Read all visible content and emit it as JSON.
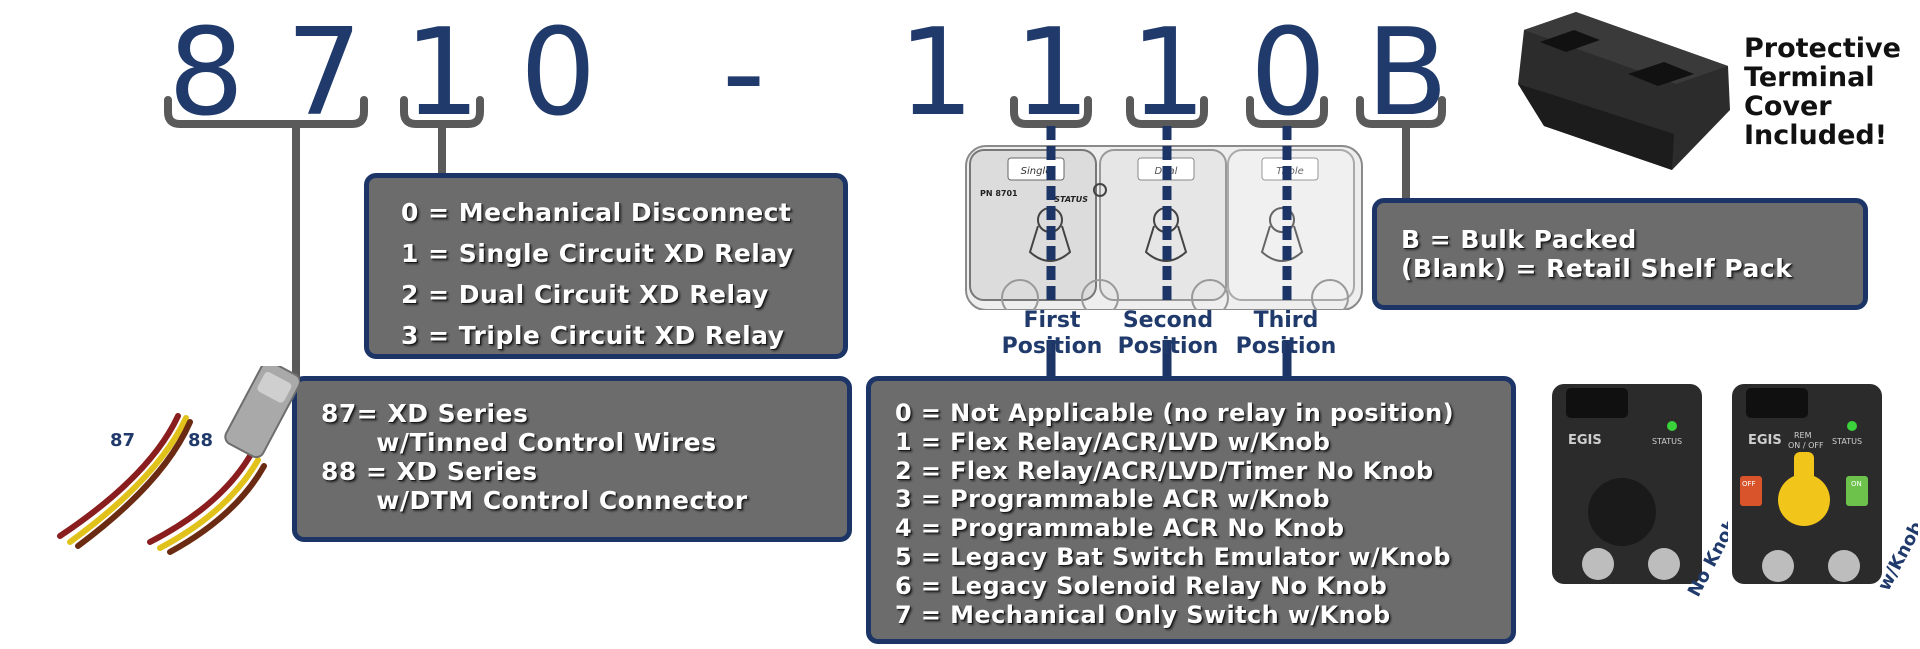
{
  "part_number": {
    "digits": [
      "8",
      "7",
      "1",
      "0",
      "-",
      "1",
      "1",
      "1",
      "0",
      "B"
    ]
  },
  "series_box": {
    "lines": [
      "87= XD Series",
      "      w/Tinned Control Wires",
      "88 = XD Series",
      "      w/DTM Control Connector"
    ]
  },
  "disconnect_box": {
    "lines": [
      "0 = Mechanical Disconnect",
      "1 = Single Circuit XD Relay",
      "2 = Dual Circuit XD Relay",
      "3 = Triple Circuit XD Relay"
    ]
  },
  "position_labels": [
    {
      "line1": "First",
      "line2": "Position"
    },
    {
      "line1": "Second",
      "line2": "Position"
    },
    {
      "line1": "Third",
      "line2": "Position"
    }
  ],
  "position_box": {
    "lines": [
      "0 = Not Applicable (no relay in position)",
      "1 = Flex Relay/ACR/LVD w/Knob",
      "2 = Flex Relay/ACR/LVD/Timer No Knob",
      "3 = Programmable ACR w/Knob",
      "4 = Programmable ACR No Knob",
      "5 = Legacy Bat Switch Emulator w/Knob",
      "6 = Legacy Solenoid Relay No Knob",
      "7 = Mechanical Only Switch w/Knob"
    ]
  },
  "pack_box": {
    "lines": [
      "B = Bulk Packed",
      "(Blank) = Retail Shelf Pack"
    ]
  },
  "cover_text": {
    "lines": [
      "Protective",
      "Terminal",
      "Cover",
      "Included!"
    ]
  },
  "wire_labels": {
    "left": "87",
    "right": "88"
  },
  "device_labels": {
    "brand": "EGIS",
    "status": "STATUS",
    "no_knob": "No Knob",
    "with_knob": "w/Knob",
    "rem": "REM",
    "on_off": "ON / OFF",
    "off": "OFF",
    "on": "ON"
  },
  "diagram_labels": {
    "single": "Single",
    "dual": "Dual",
    "triple": "Triple",
    "pn": "PN 8701",
    "status": "STATUS"
  },
  "colors": {
    "navy": "#1f3a6b",
    "box_fill": "#6c6c6c",
    "box_border": "#1c3566"
  }
}
